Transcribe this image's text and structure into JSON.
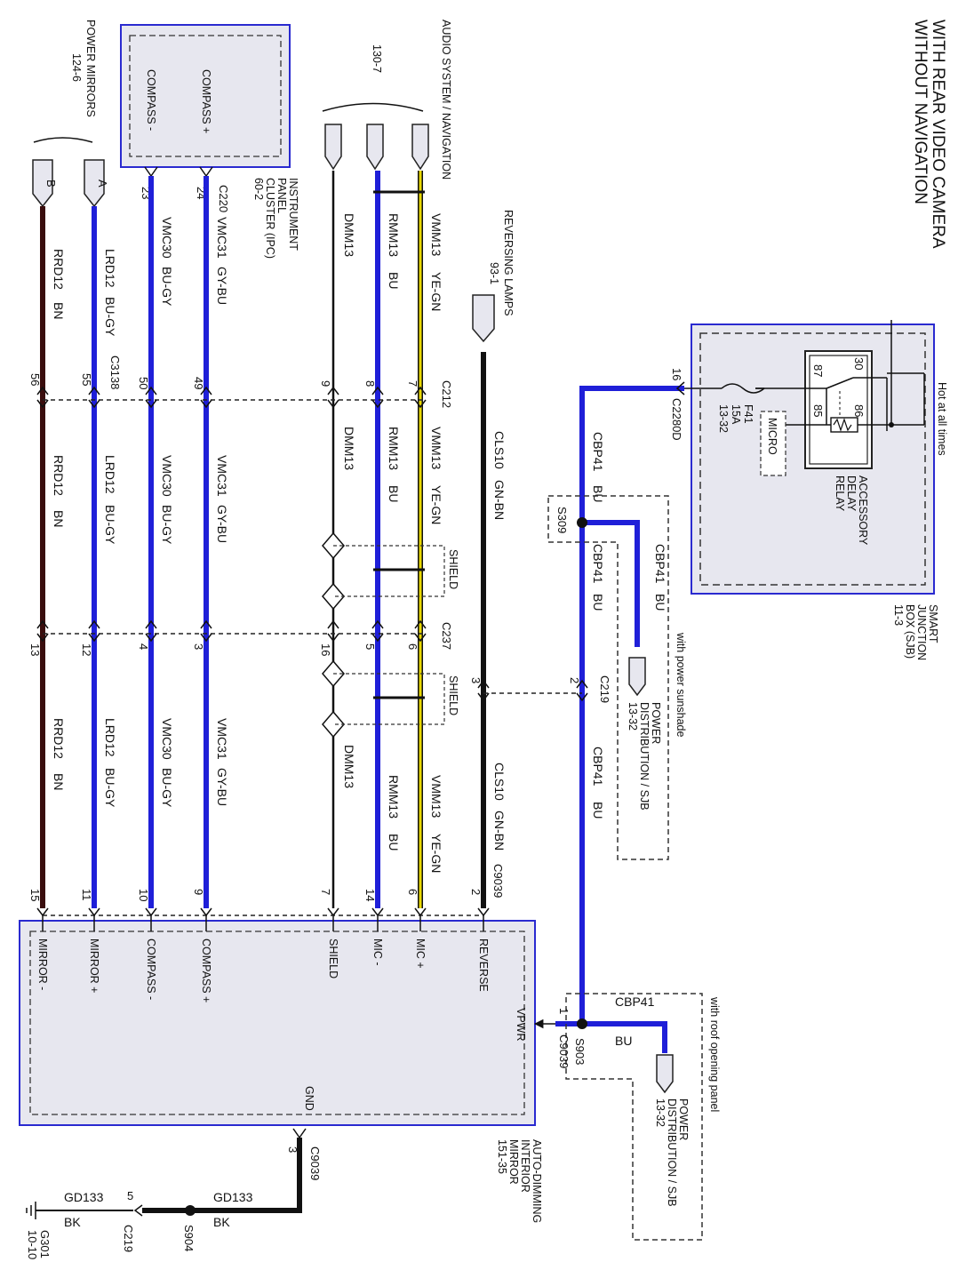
{
  "title": {
    "line1": "WITH REAR VIDEO CAMERA",
    "line2": "WITHOUT NAVIGATION"
  },
  "colors": {
    "blue": "#1f1fd8",
    "brown": "#3a0d0d",
    "black": "#111111",
    "yellow": "#e8d800",
    "frame": "#2a2ad0",
    "panel": "#e7e7ef"
  },
  "sjb": {
    "hot": "Hot at all times",
    "name1": "SMART",
    "name2": "JUNCTION",
    "name3": "BOX (SJB)",
    "page": "11-3",
    "relay1": "ACCESSORY",
    "relay2": "DELAY",
    "relay3": "RELAY",
    "micro": "MICRO",
    "pin30": "30",
    "pin86": "86",
    "pin87": "87",
    "pin85": "85",
    "fuse": "F41",
    "fuse_amp": "15A",
    "fuse_page": "13-32",
    "conn": "C2280D",
    "conn_pin": "16"
  },
  "cbp": {
    "w1a": "CBP41",
    "w1b": "BU",
    "w2a": "CBP41",
    "w2b": "BU",
    "w3a": "CBP41",
    "w3b": "BU",
    "w4a": "CBP41",
    "w4b": "BU",
    "w5a": "CBP41",
    "w5b": "BU",
    "s309": "S309",
    "s903": "S903"
  },
  "pd1": {
    "note": "with power sunshade",
    "l1": "POWER",
    "l2": "DISTRIBUTION / SJB",
    "l3": "13-32"
  },
  "pd2": {
    "note": "with roof opening panel",
    "l1": "POWER",
    "l2": "DISTRIBUTION / SJB",
    "l3": "13-32"
  },
  "rev": {
    "l1": "REVERSING LAMPS",
    "l2": "93-1",
    "w1a": "CLS10",
    "w1b": "GN-BN",
    "w2a": "CLS10",
    "w2b": "GN-BN"
  },
  "audio": {
    "l1": "AUDIO SYSTEM / NAVIGATION",
    "l2": "130-7"
  },
  "ipc": {
    "comp_plus": "COMPASS +",
    "comp_minus": "COMPASS -",
    "l1": "INSTRUMENT",
    "l2": "PANEL",
    "l3": "CLUSTER (IPC)",
    "l4": "60-2",
    "conn": "C220",
    "pin24": "24",
    "pin23": "23"
  },
  "pm": {
    "l1": "POWER MIRRORS",
    "l2": "124-6",
    "a": "A",
    "b": "B"
  },
  "wires": {
    "vmm13": "VMM13",
    "yegn": "YE-GN",
    "rmm13": "RMM13",
    "bu": "BU",
    "dmm13": "DMM13",
    "vmc31": "VMC31",
    "gybu": "GY-BU",
    "vmc30": "VMC30",
    "bugy": "BU-GY",
    "lrd12": "LRD12",
    "rrd12": "RRD12",
    "bn": "BN"
  },
  "c212": {
    "conn": "C212",
    "p7": "7",
    "p8": "8",
    "p9": "9"
  },
  "c3138": {
    "conn": "C3138",
    "p49": "49",
    "p50": "50",
    "p55": "55",
    "p56": "56"
  },
  "c237": {
    "conn": "C237",
    "p6": "6",
    "p5": "5",
    "p16": "16",
    "p3": "3",
    "p4": "4",
    "p12": "12",
    "p13": "13"
  },
  "c219": {
    "conn": "C219",
    "p2": "2",
    "p3": "3"
  },
  "shield": {
    "l1": "SHIELD",
    "l2": "SHIELD"
  },
  "c9039": {
    "conn": "C9039",
    "p2": "2",
    "p6": "6",
    "p14": "14",
    "p7": "7",
    "p9": "9",
    "p10": "10",
    "p11": "11",
    "p15": "15",
    "p1": "1",
    "conn_b": "C9039",
    "conn_c": "C9039",
    "p3": "3"
  },
  "mirror": {
    "reverse": "REVERSE",
    "mic_plus": "MIC +",
    "mic_minus": "MIC -",
    "shield": "SHIELD",
    "compass_plus": "COMPASS +",
    "compass_minus": "COMPASS -",
    "mirror_plus": "MIRROR +",
    "mirror_minus": "MIRROR -",
    "vpwr": "VPWR",
    "gnd": "GND",
    "l1": "AUTO-DIMMING",
    "l2": "INTERIOR",
    "l3": "MIRROR",
    "l4": "151-35"
  },
  "ground": {
    "w1a": "GD133",
    "w1b": "BK",
    "w2a": "GD133",
    "w2b": "BK",
    "s904": "S904",
    "c219": "C219",
    "p5": "5",
    "g301": "G301",
    "g301_page": "10-10"
  }
}
